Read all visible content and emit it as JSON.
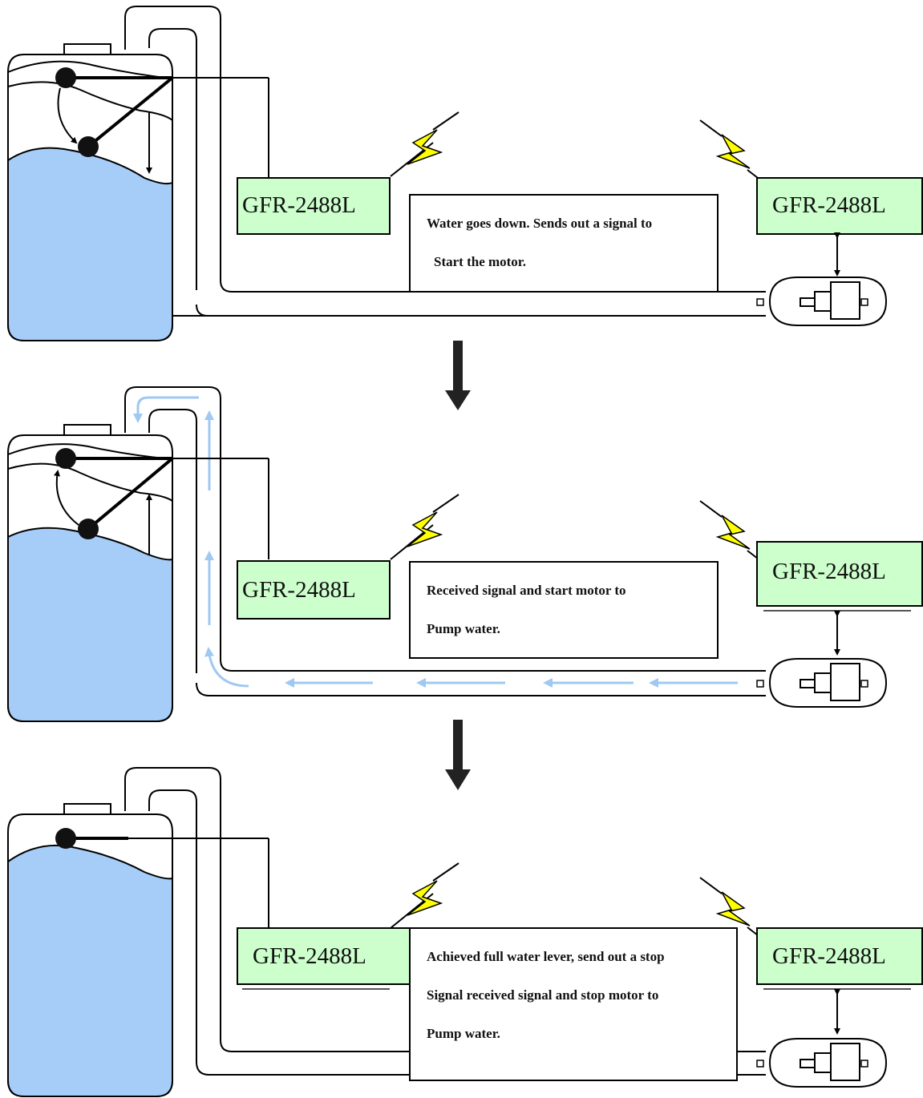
{
  "module_label": "GFR-2488L",
  "colors": {
    "water": "#a6cdf7",
    "module_fill": "#ccffcc",
    "flow_arrow": "#9fc8f2",
    "bolt": "#ffff00"
  },
  "stages": [
    {
      "left_module_label": "GFR-2488L",
      "right_module_label": "GFR-2488L",
      "caption_lines": [
        "Water goes down. Sends out a signal to",
        "Start the motor."
      ]
    },
    {
      "left_module_label": "GFR-2488L",
      "right_module_label": "GFR-2488L",
      "caption_lines": [
        "Received signal and start motor to",
        "Pump water."
      ]
    },
    {
      "left_module_label": "GFR-2488L",
      "right_module_label": "GFR-2488L",
      "caption_lines": [
        "Achieved full water lever, send out a stop",
        "Signal received signal and stop motor to",
        "Pump water."
      ]
    }
  ]
}
